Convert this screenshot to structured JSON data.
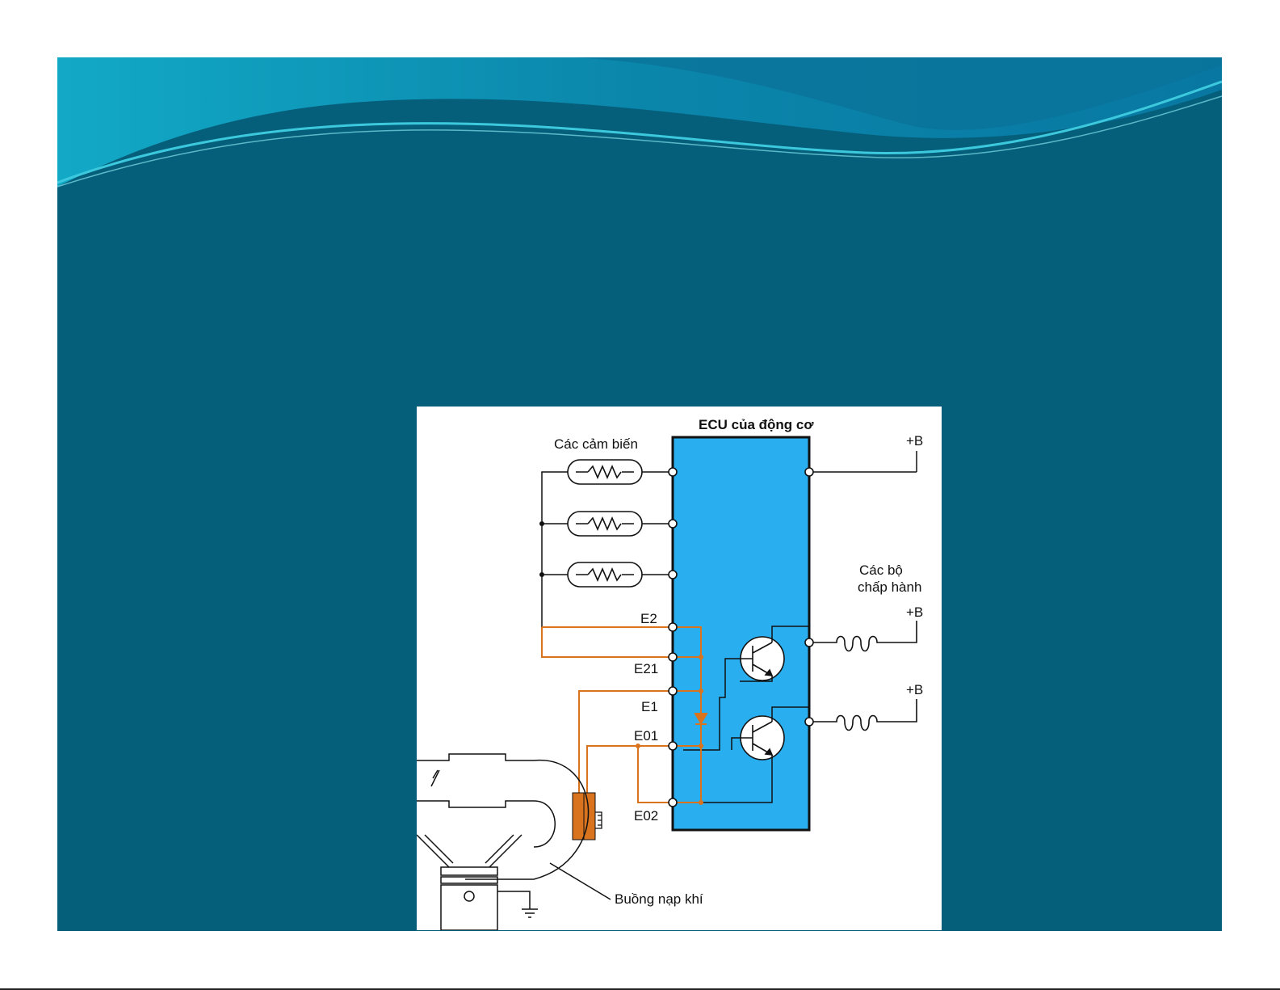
{
  "slide": {
    "background_color": "#055f7b",
    "wave_colors": [
      "#1aa6c8",
      "#0b84a8",
      "#2fc1d9",
      "#0a6f8f"
    ]
  },
  "diagram": {
    "ecu_label": "ECU của động cơ",
    "sensors_label": "Các cảm biến",
    "actuators_label_line1": "Các bộ",
    "actuators_label_line2": "chấp hành",
    "power_label": "+B",
    "terminals": [
      "E2",
      "E21",
      "E1",
      "E01",
      "E02"
    ],
    "intake_label": "Buồng nạp khí",
    "ecu_color": "#29aff0",
    "ground_wire_color": "#d9731e"
  }
}
